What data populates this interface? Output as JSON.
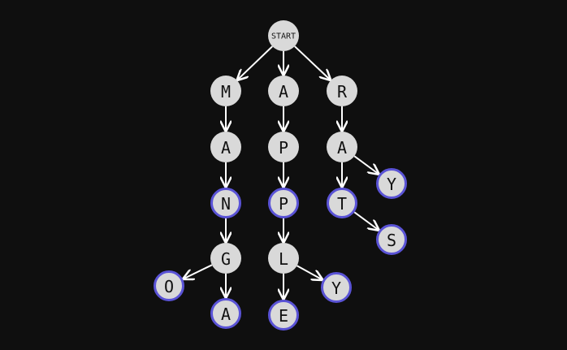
{
  "trie": {
    "root": {
      "id": "start",
      "label": "START"
    },
    "nodes": [
      {
        "id": "m1",
        "label": "M",
        "parent": "start",
        "terminal": false
      },
      {
        "id": "a1",
        "label": "A",
        "parent": "start",
        "terminal": false
      },
      {
        "id": "r1",
        "label": "R",
        "parent": "start",
        "terminal": false
      },
      {
        "id": "a2",
        "label": "A",
        "parent": "m1",
        "terminal": false
      },
      {
        "id": "n1",
        "label": "N",
        "parent": "a2",
        "terminal": true
      },
      {
        "id": "g1",
        "label": "G",
        "parent": "n1",
        "terminal": false
      },
      {
        "id": "o1",
        "label": "O",
        "parent": "g1",
        "terminal": true
      },
      {
        "id": "a3",
        "label": "A",
        "parent": "g1",
        "terminal": true
      },
      {
        "id": "p1",
        "label": "P",
        "parent": "a1",
        "terminal": false
      },
      {
        "id": "p2",
        "label": "P",
        "parent": "p1",
        "terminal": true
      },
      {
        "id": "l1",
        "label": "L",
        "parent": "p2",
        "terminal": false
      },
      {
        "id": "e1",
        "label": "E",
        "parent": "l1",
        "terminal": true
      },
      {
        "id": "y1",
        "label": "Y",
        "parent": "l1",
        "terminal": true
      },
      {
        "id": "a4",
        "label": "A",
        "parent": "r1",
        "terminal": false
      },
      {
        "id": "t1",
        "label": "T",
        "parent": "a4",
        "terminal": true
      },
      {
        "id": "y2",
        "label": "Y",
        "parent": "a4",
        "terminal": true
      },
      {
        "id": "s1",
        "label": "S",
        "parent": "t1",
        "terminal": true
      }
    ]
  },
  "colors": {
    "background": "#0f0f0f",
    "node_fill": "#d9d9d9",
    "terminal_border": "#5a53d6",
    "edge": "#ffffff",
    "text": "#111111"
  }
}
